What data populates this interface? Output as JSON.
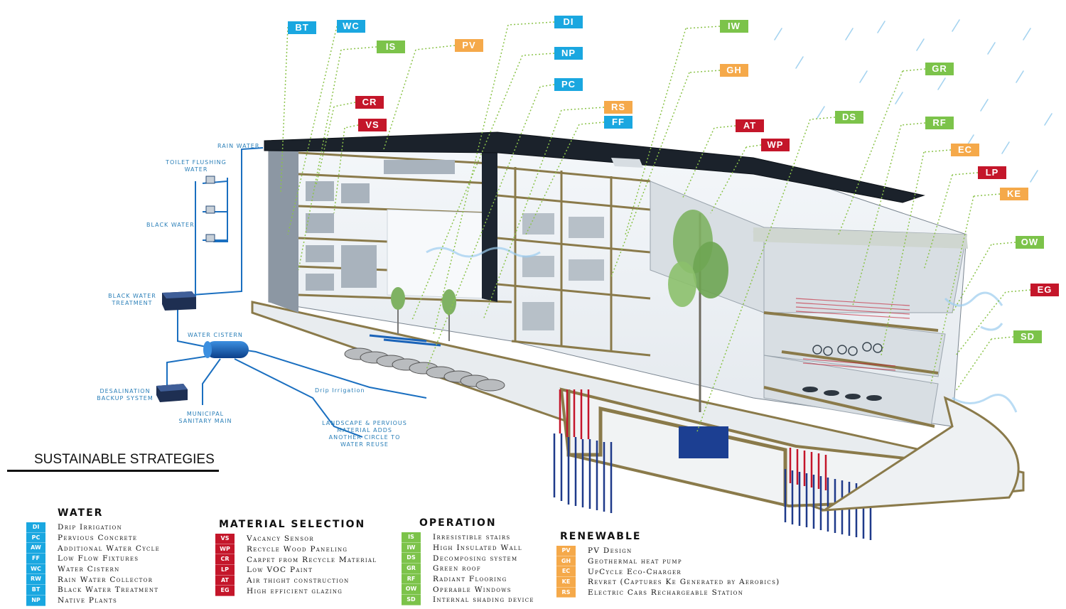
{
  "title": "SUSTAINABLE STRATEGIES",
  "colors": {
    "water": "#1aa7e0",
    "material": "#c4162a",
    "operation": "#7cc34a",
    "renewable": "#f5a94a"
  },
  "callouts": [
    "BT",
    "WC",
    "IS",
    "PV",
    "CR",
    "VS",
    "DI",
    "NP",
    "PC",
    "RS",
    "FF",
    "IW",
    "GH",
    "AT",
    "WP",
    "DS",
    "GR",
    "RF",
    "EC",
    "LP",
    "KE",
    "OW",
    "EG",
    "SD"
  ],
  "water_labels": {
    "rain_water": "RAIN WATER",
    "toilet_flushing": "TOILET FLUSHING WATER",
    "black_water": "BLACK WATER",
    "black_water_treatment": "BLACK WATER TREATMENT",
    "water_cistern": "WATER CISTERN",
    "desalination": "DESALINATION BACKUP SYSTEM",
    "municipal": "MUNICIPAL SANITARY MAIN",
    "drip_irrigation": "Drip Irrigation",
    "landscape": "LANDSCAPE & PERVIOUS MATERIAL ADDS ANOTHER CIRCLE TO WATER REUSE"
  },
  "legend": {
    "water": {
      "heading": "WATER",
      "items": [
        {
          "code": "DI",
          "label": "Drip Irrigation"
        },
        {
          "code": "PC",
          "label": "Pervious Concrete"
        },
        {
          "code": "AW",
          "label": "Additional Water Cycle"
        },
        {
          "code": "FF",
          "label": "Low Flow Fixtures"
        },
        {
          "code": "WC",
          "label": "Water Cistern"
        },
        {
          "code": "RW",
          "label": "Rain Water Collector"
        },
        {
          "code": "BT",
          "label": "Black Water Treatment"
        },
        {
          "code": "NP",
          "label": "Native Plants"
        }
      ]
    },
    "material": {
      "heading": "MATERIAL SELECTION",
      "items": [
        {
          "code": "VS",
          "label": "Vacancy Sensor"
        },
        {
          "code": "WP",
          "label": "Recycle Wood Paneling"
        },
        {
          "code": "CR",
          "label": "Carpet from Recycle Material"
        },
        {
          "code": "LP",
          "label": "Low VOC Paint"
        },
        {
          "code": "AT",
          "label": "Air thight  construction"
        },
        {
          "code": "EG",
          "label": "High efficient glazing"
        }
      ]
    },
    "operation": {
      "heading": "OPERATION",
      "items": [
        {
          "code": "IS",
          "label": "Irresistible stairs"
        },
        {
          "code": "IW",
          "label": "High Insulated Wall"
        },
        {
          "code": "DS",
          "label": "Decomposing system"
        },
        {
          "code": "GR",
          "label": "Green roof"
        },
        {
          "code": "RF",
          "label": "Radiant Flooring"
        },
        {
          "code": "OW",
          "label": "Operable Windows"
        },
        {
          "code": "SD",
          "label": "Internal shading device"
        }
      ]
    },
    "renewable": {
      "heading": "RENEWABLE",
      "items": [
        {
          "code": "PV",
          "label": "PV Design"
        },
        {
          "code": "GH",
          "label": "Geothermal heat pump"
        },
        {
          "code": "EC",
          "label": "UpCycle Eco-Charger"
        },
        {
          "code": "KE",
          "label": "Revret (Captures Ke Generated by Aerobics)"
        },
        {
          "code": "RS",
          "label": "Electric Cars Rechargeable Station"
        }
      ]
    }
  }
}
